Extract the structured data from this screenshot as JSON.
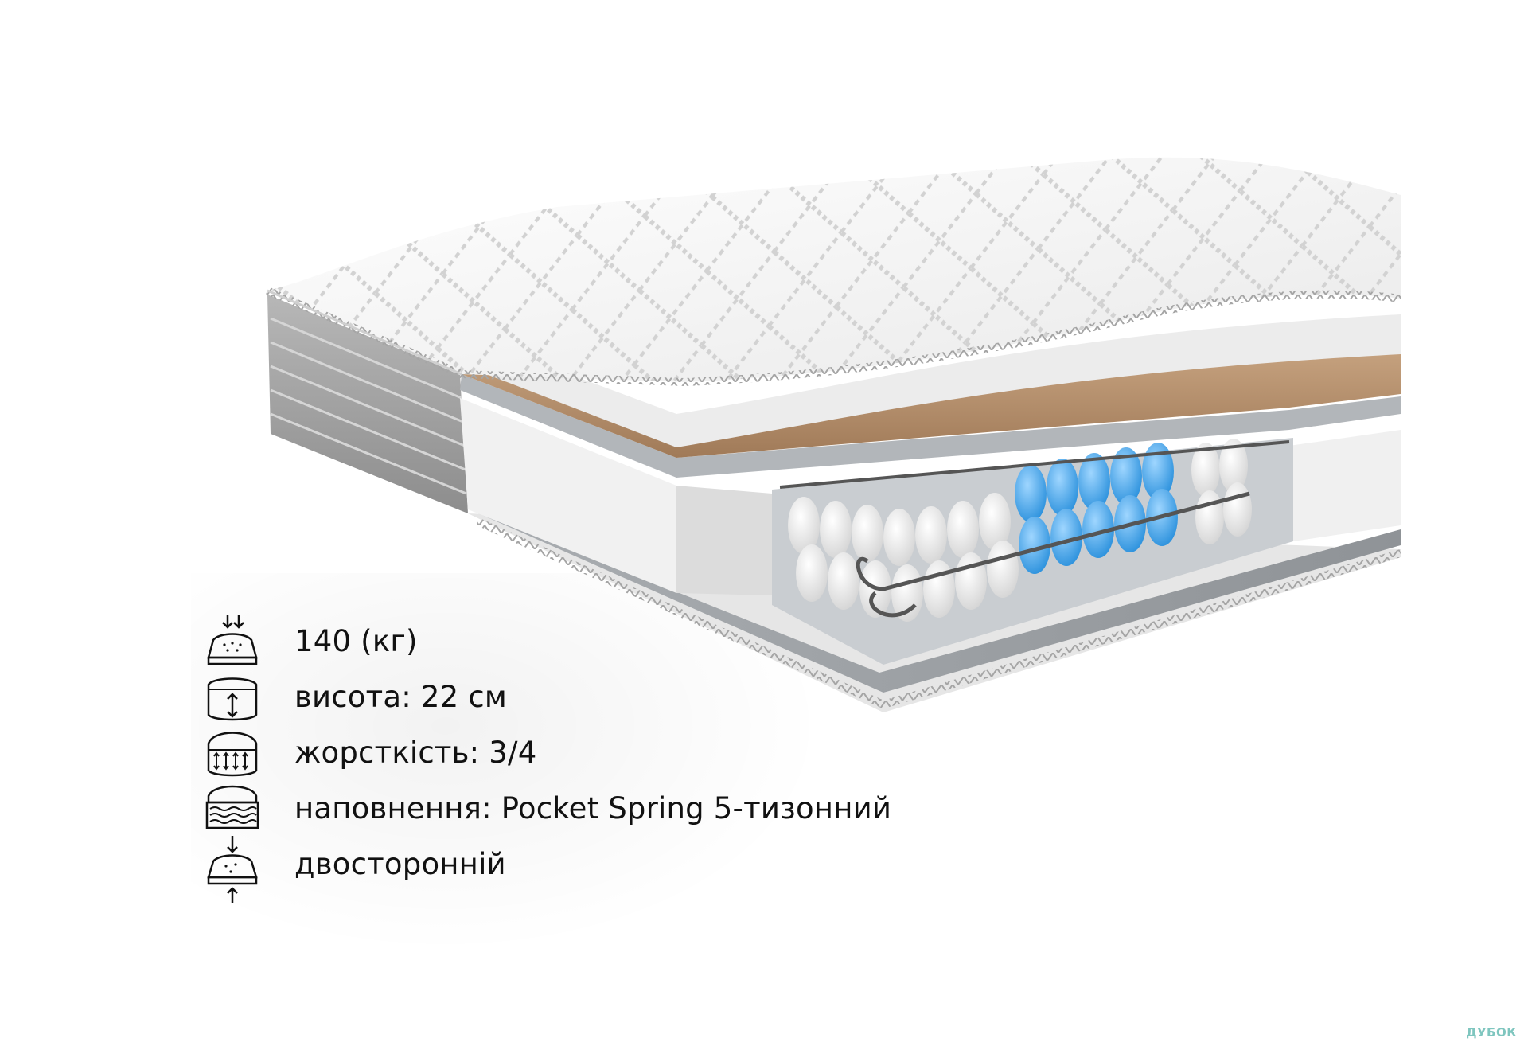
{
  "specs": [
    {
      "icon": "max-load-icon",
      "label": "140 (кг)"
    },
    {
      "icon": "height-icon",
      "label": "висота: 22 см"
    },
    {
      "icon": "firmness-icon",
      "label": "жорсткість: 3/4"
    },
    {
      "icon": "filling-icon",
      "label": "наповнення: Pocket Spring 5-тизонний"
    },
    {
      "icon": "two-sided-icon",
      "label": "двосторонній"
    }
  ],
  "watermark": "ДУБОК",
  "colors": {
    "cover": "#f4f4f4",
    "side_band": "#9a9a9a",
    "coconut": "#b38d6a",
    "felt": "#9ea2a6",
    "spring_blue": "#3ea6ec",
    "spring_white": "#f7f7f7",
    "text": "#111111",
    "watermark": "#7fc6bf"
  }
}
